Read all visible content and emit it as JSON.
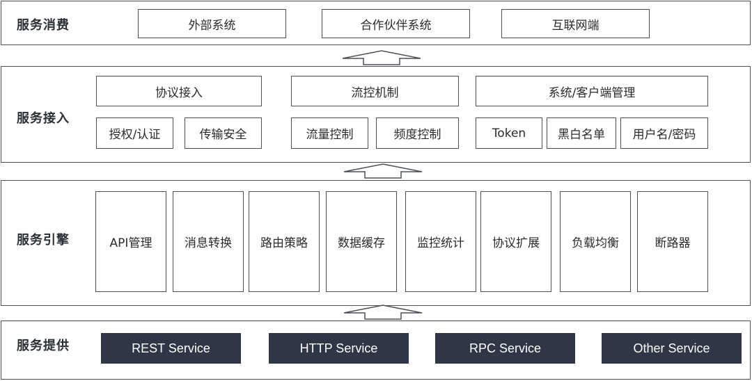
{
  "layers": {
    "consumption": {
      "title": "服务消费",
      "items": [
        "外部系统",
        "合作伙伴系统",
        "互联网端"
      ]
    },
    "access": {
      "title": "服务接入",
      "groups": [
        {
          "header": "协议接入",
          "items": [
            "授权/认证",
            "传输安全"
          ]
        },
        {
          "header": "流控机制",
          "items": [
            "流量控制",
            "频度控制"
          ]
        },
        {
          "header": "系统/客户端管理",
          "items": [
            "Token",
            "黑白名单",
            "用户名/密码"
          ]
        }
      ]
    },
    "engine": {
      "title": "服务引擎",
      "items": [
        "API管理",
        "消息转换",
        "路由策略",
        "数据缓存",
        "监控统计",
        "协议扩展",
        "负载均衡",
        "断路器"
      ]
    },
    "provision": {
      "title": "服务提供",
      "items": [
        "REST Service",
        "HTTP Service",
        "RPC Service",
        "Other Service"
      ]
    }
  }
}
